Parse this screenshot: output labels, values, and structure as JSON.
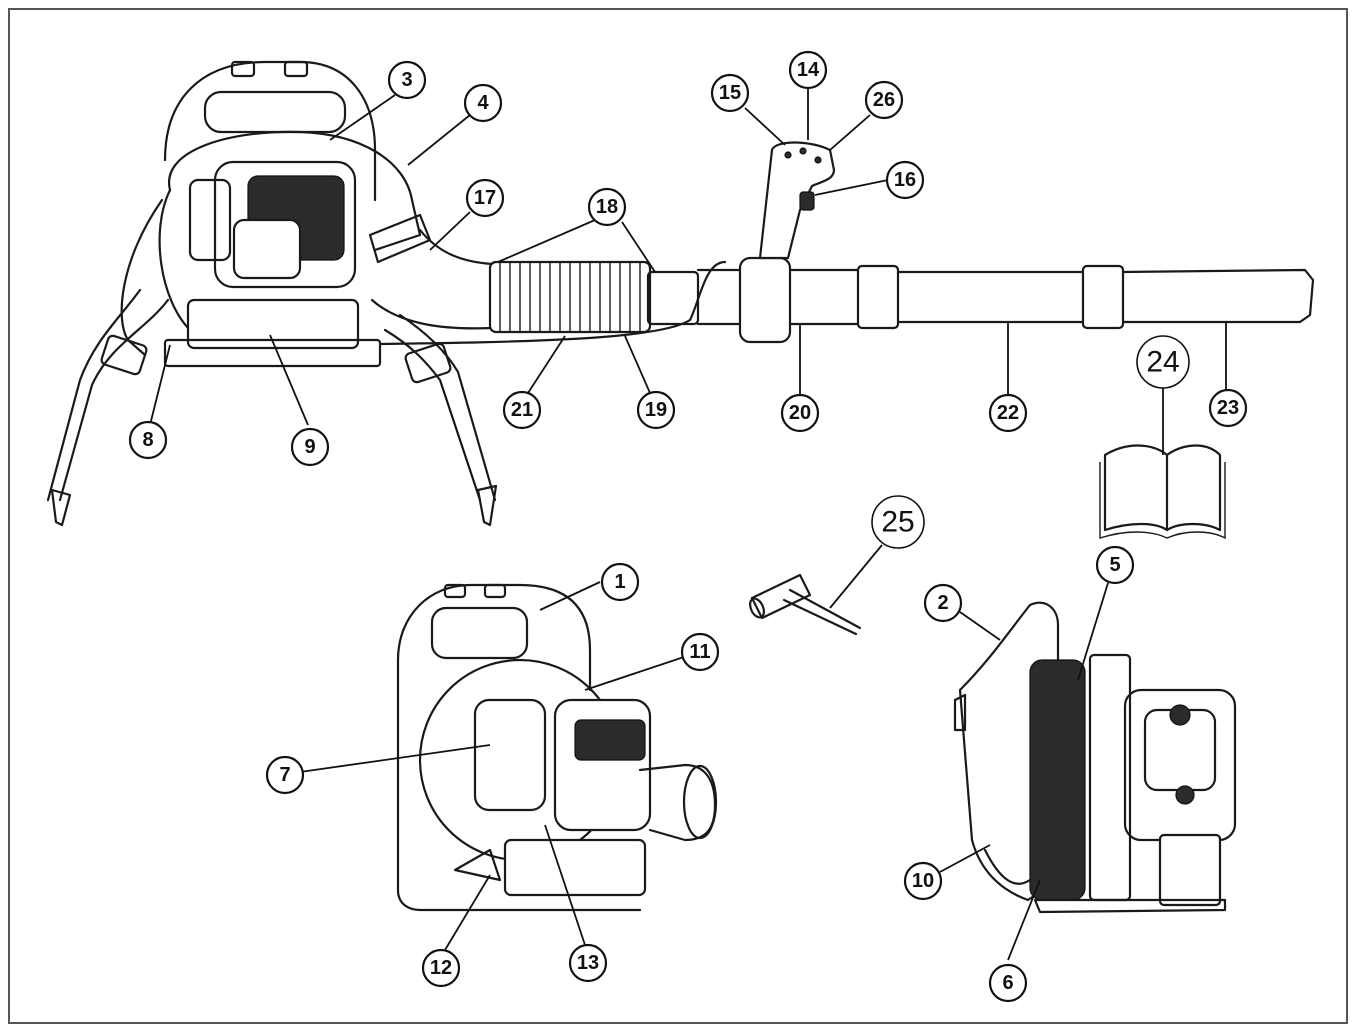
{
  "callouts": [
    {
      "id": "1",
      "label": "1"
    },
    {
      "id": "2",
      "label": "2"
    },
    {
      "id": "3",
      "label": "3"
    },
    {
      "id": "4",
      "label": "4"
    },
    {
      "id": "5",
      "label": "5"
    },
    {
      "id": "6",
      "label": "6"
    },
    {
      "id": "7",
      "label": "7"
    },
    {
      "id": "8",
      "label": "8"
    },
    {
      "id": "9",
      "label": "9"
    },
    {
      "id": "10",
      "label": "10"
    },
    {
      "id": "11",
      "label": "11"
    },
    {
      "id": "12",
      "label": "12"
    },
    {
      "id": "13",
      "label": "13"
    },
    {
      "id": "14",
      "label": "14"
    },
    {
      "id": "15",
      "label": "15"
    },
    {
      "id": "16",
      "label": "16"
    },
    {
      "id": "17",
      "label": "17"
    },
    {
      "id": "18",
      "label": "18"
    },
    {
      "id": "19",
      "label": "19"
    },
    {
      "id": "20",
      "label": "20"
    },
    {
      "id": "21",
      "label": "21"
    },
    {
      "id": "22",
      "label": "22"
    },
    {
      "id": "23",
      "label": "23"
    },
    {
      "id": "24",
      "label": "24"
    },
    {
      "id": "25",
      "label": "25"
    },
    {
      "id": "26",
      "label": "26"
    }
  ],
  "colors": {
    "ink": "#1a1a1a",
    "background": "#ffffff",
    "frame": "#555555"
  }
}
